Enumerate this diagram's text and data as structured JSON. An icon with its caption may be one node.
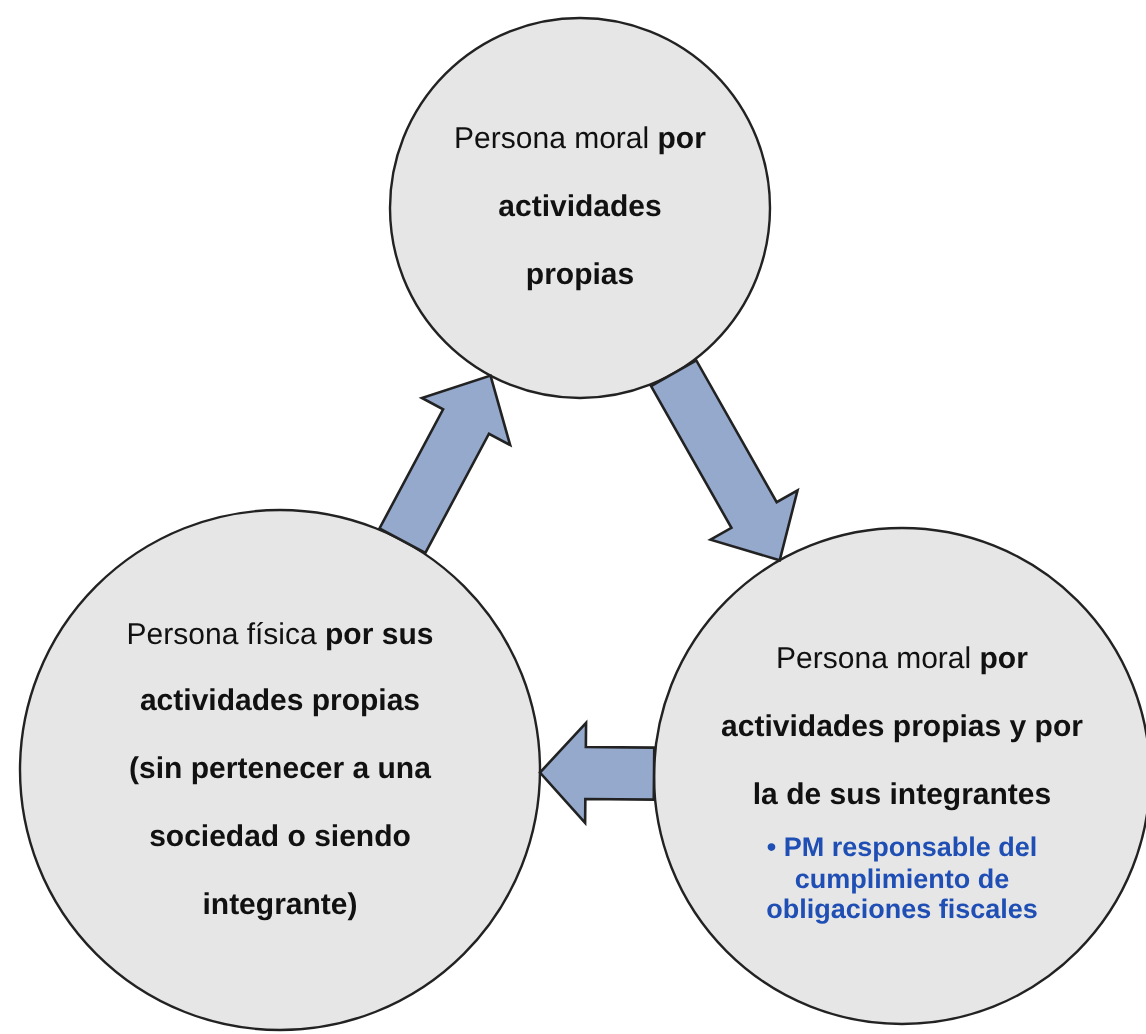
{
  "diagram": {
    "nodes": [
      {
        "text": [
          "Persona moral **por actividades propias**"
        ]
      },
      {
        "text": [
          "Persona física **por sus actividades propias**",
          "(sin pertenecer a una sociedad o siendo integrante)"
        ]
      },
      {
        "text": [
          "Persona moral **por actividades propias y por la de sus integrantes**",
          "• PM responsable del cumplimiento de obligaciones fiscales"
        ]
      }
    ],
    "edges": [
      {
        "from": 1,
        "to": 0,
        "arrow": "to"
      },
      {
        "from": 0,
        "to": 2,
        "arrow": "to"
      },
      {
        "from": 2,
        "to": 1,
        "arrow": "to"
      }
    ]
  }
}
